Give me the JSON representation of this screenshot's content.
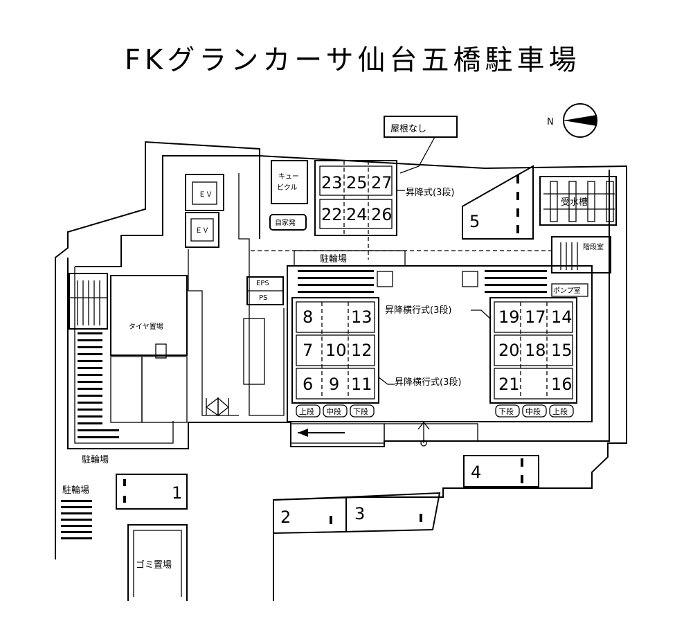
{
  "title": "FKグランカーサ仙台五橋駐車場",
  "compass_label": "N",
  "labels": {
    "no_roof": "屋根なし",
    "lift_3": "昇降式(3段)",
    "bicycle_top": "駐輪場",
    "bicycle_left": "駐輪場",
    "bicycle_bottom": "駐輪場",
    "lift_slide_3_right": "昇降横行式(3段)",
    "lift_slide_3_left": "昇降横行式(3段)",
    "cubicle": "キュー\nビクル",
    "cubicle_l1": "キュー",
    "cubicle_l2": "ビクル",
    "generator": "自家発",
    "ev": "ＥＶ",
    "eps": "EPS",
    "ps": "PS",
    "tire_storage": "タイヤ置場",
    "water_tank": "受水槽",
    "stair_room": "階段室",
    "pump_room": "ポンプ室",
    "garbage": "ゴミ置場"
  },
  "levels": {
    "upper": "上段",
    "middle": "中段",
    "lower": "下段"
  },
  "spaces": {
    "top_lift_row1": [
      "23",
      "25",
      "27"
    ],
    "top_lift_row2": [
      "22",
      "24",
      "26"
    ],
    "left_lift_row1": [
      "8",
      "",
      "13"
    ],
    "left_lift_row2": [
      "7",
      "10",
      "12"
    ],
    "left_lift_row3": [
      "6",
      "9",
      "11"
    ],
    "right_lift_row1": [
      "19",
      "17",
      "14"
    ],
    "right_lift_row2": [
      "20",
      "18",
      "15"
    ],
    "right_lift_row3": [
      "21",
      "",
      "16"
    ],
    "s1": "1",
    "s2": "2",
    "s3": "3",
    "s4": "4",
    "s5": "5"
  }
}
